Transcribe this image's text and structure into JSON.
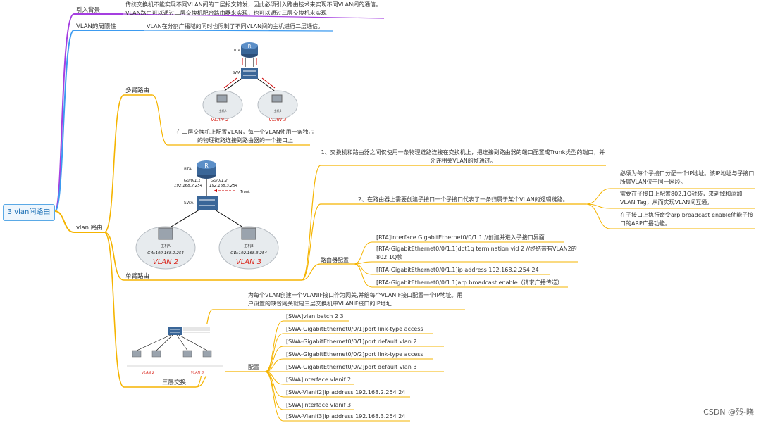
{
  "root": "3 vlan间路由",
  "background": {
    "label": "引入背景",
    "text": "传统交换机不能实现不同VLAN间的二层报文转发，因此必须引入路由技术来实现不同VLAN间的通信。VLAN路由可以通过二层交换机配合路由器来实现，也可以通过三层交换机来实现"
  },
  "limitation": {
    "label": "VLAN的局限性",
    "text": "VLAN在分割广播域的同时也限制了不同VLAN间的主机进行二层通信。"
  },
  "vlan_routing": {
    "label": "vlan 路由",
    "multi_arm": {
      "label": "多臂路由",
      "caption": "在二层交换机上配置VLAN，每一个VLAN使用一条独占的物理链路连接到路由器的一个接口上",
      "diagram": {
        "router": "RTA",
        "switch": "SWA",
        "host_a": "主机A",
        "host_b": "主机B",
        "vlan_a": "VLAN 2",
        "vlan_b": "VLAN 3"
      }
    },
    "one_arm": {
      "label": "单臂路由",
      "point1": "1、交换机和路由器之间仅使用一条物理链路连接在交换机上，把连接到路由器的端口配置成Trunk类型的端口，并允许相关VLAN的帧通过。",
      "point2": "2、在路由器上需要创建子接口一个子接口代表了一条归属于某个VLAN的逻辑链路。",
      "sub_notes": [
        "必须为每个子接口分配一个IP地址。该IP地址与子接口所属VLAN位于同一网段。",
        "需要在子接口上配置802.1Q封装，来剥掉和添加VLAN Tag，从而实现VLAN间互通。",
        "在子接口上执行命令arp broadcast enable使能子接口的ARP广播功能。"
      ],
      "config_label": "路由器配置",
      "config": [
        "[RTA]interface GigabitEthernet0/0/1.1  //创建并进入子接口界面",
        "[RTA-GigabitEthernet0/0/1.1]dot1q termination vid 2       //终结带有VLAN2的802.1Q帧",
        "[RTA-GigabitEthernet0/0/1.1]ip address 192.168.2.254 24",
        "[RTA-GigabitEthernet0/0/1.1]arp broadcast enable（请求广播传送）"
      ],
      "diagram": {
        "router": "RTA",
        "if1": "G0/0/1.1",
        "if2": "G0/0/1.2",
        "ip1": "192.168.2.254",
        "ip2": "192.168.3.254",
        "trunk": "Trunk",
        "switch": "SWA",
        "host_a": "主机A",
        "host_b": "主机B",
        "gw_a": "GW:192.168.2.254",
        "gw_b": "GW:192.168.3.254",
        "vlan_a": "VLAN 2",
        "vlan_b": "VLAN 3"
      }
    },
    "l3": {
      "label": "三层交换",
      "intro": "为每个VLAN创建一个VLANIF接口作为网关,并给每个VLANIF接口配置一个IP地址。用户设置的缺省网关就是三层交换机中VLANIF接口的IP地址",
      "config_label": "配置",
      "config": [
        "[SWA]vlan batch 2 3",
        "[SWA-GigabitEthernet0/0/1]port link-type access",
        "[SWA-GigabitEthernet0/0/1]port default vlan 2",
        "[SWA-GigabitEthernet0/0/2]port link-type access",
        "[SWA-GigabitEthernet0/0/2]port default vlan 3",
        "[SWA]interface vlanif 2",
        "[SWA-Vlanif2]ip address 192.168.2.254 24",
        "[SWA]interface vlanif 3",
        "[SWA-Vlanif3]ip address 192.168.3.254 24"
      ],
      "diagram": {
        "vlan_a": "VLAN 2",
        "vlan_b": "VLAN 3"
      }
    }
  },
  "watermark": "CSDN @残-晓",
  "colors": {
    "purple": "#a53fe0",
    "blue": "#3d9bf0",
    "orange": "#f5b400",
    "root_border": "#5aa9e6",
    "vlan_red": "#d9261c"
  }
}
